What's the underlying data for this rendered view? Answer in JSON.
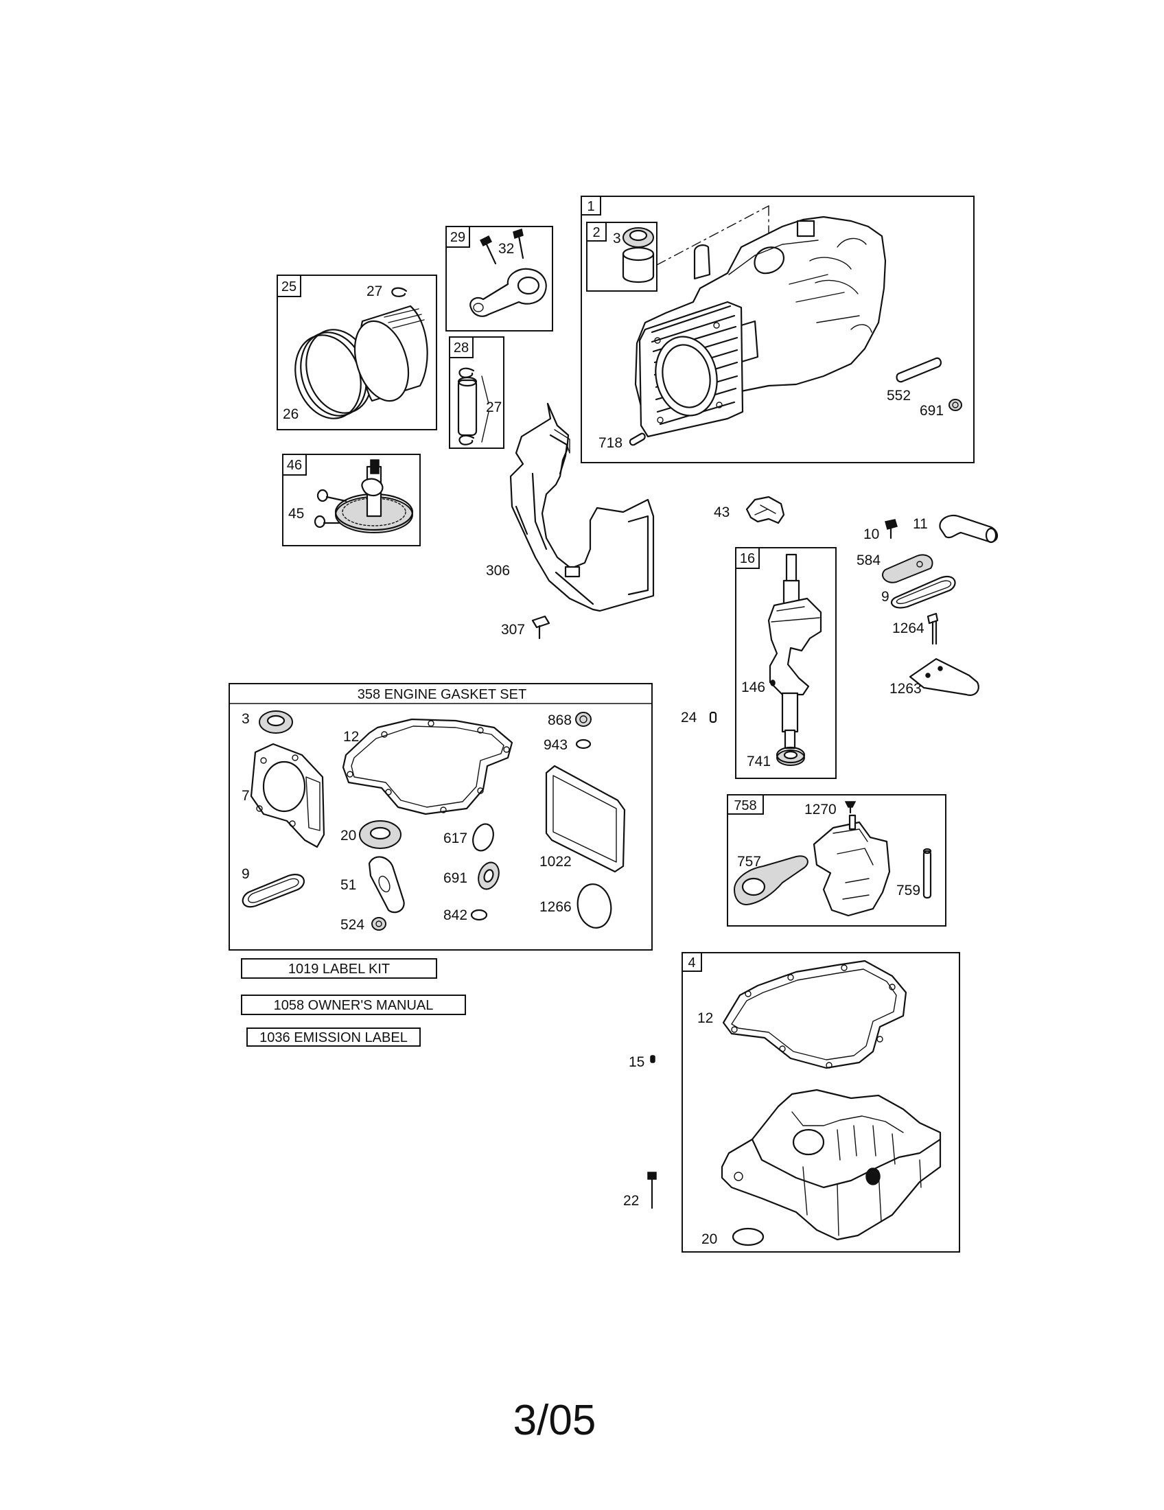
{
  "boxes": {
    "b1": "1",
    "b2": "2",
    "b25": "25",
    "b29": "29",
    "b28": "28",
    "b46": "46",
    "b16": "16",
    "b758": "758",
    "b4": "4"
  },
  "gasket_set_title": "358 ENGINE GASKET SET",
  "labels": {
    "p3a": "3",
    "p27a": "27",
    "p32": "32",
    "p26": "26",
    "p27b": "27",
    "p552": "552",
    "p691a": "691",
    "p718": "718",
    "p45": "45",
    "p43": "43",
    "p10": "10",
    "p11": "11",
    "p584": "584",
    "p306": "306",
    "p9a": "9",
    "p1264": "1264",
    "p307": "307",
    "p1263": "1263",
    "p146": "146",
    "p24": "24",
    "p741": "741",
    "p1270": "1270",
    "p757": "757",
    "p759": "759",
    "p12b": "12",
    "p15": "15",
    "p22": "22",
    "p20b": "20"
  },
  "gasket_labels": {
    "g3": "3",
    "g12": "12",
    "g868": "868",
    "g943": "943",
    "g7": "7",
    "g20": "20",
    "g617": "617",
    "g1022": "1022",
    "g9": "9",
    "g51": "51",
    "g691": "691",
    "g1266": "1266",
    "g524": "524",
    "g842": "842"
  },
  "items": {
    "label_kit": "1019 LABEL KIT",
    "owners_manual": "1058 OWNER'S MANUAL",
    "emission_label": "1036 EMISSION LABEL"
  },
  "page_number": "3/05"
}
